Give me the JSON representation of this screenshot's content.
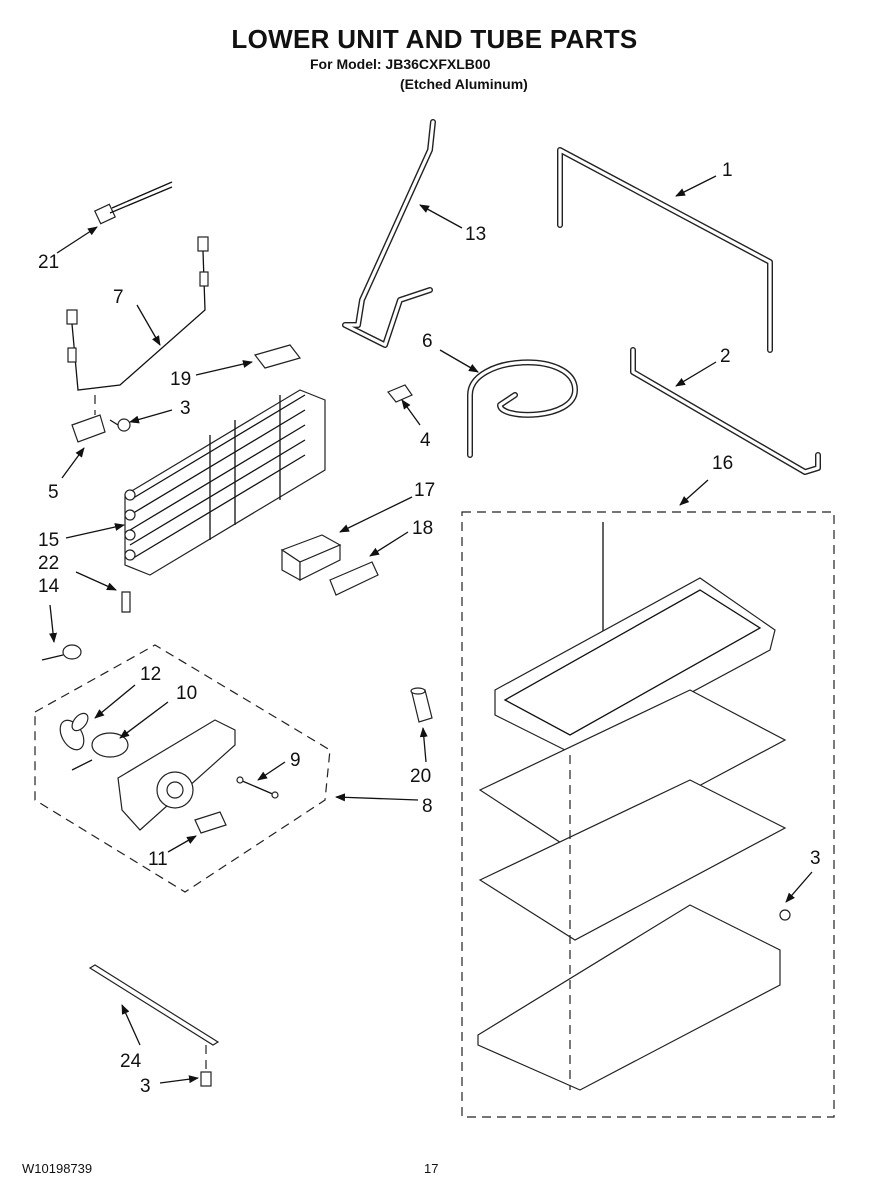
{
  "header": {
    "title": "LOWER UNIT AND TUBE PARTS",
    "model_line": "For Model: JB36CXFXLB00",
    "finish_line": "(Etched Aluminum)"
  },
  "callouts": {
    "c1": "1",
    "c2": "2",
    "c3a": "3",
    "c3b": "3",
    "c3c": "3",
    "c4": "4",
    "c5": "5",
    "c6": "6",
    "c7": "7",
    "c8": "8",
    "c9": "9",
    "c10": "10",
    "c11": "11",
    "c12": "12",
    "c13": "13",
    "c14": "14",
    "c15": "15",
    "c16": "16",
    "c17": "17",
    "c18": "18",
    "c19": "19",
    "c20": "20",
    "c21": "21",
    "c22": "22",
    "c24": "24"
  },
  "footer": {
    "doc_number": "W10198739",
    "page_number": "17"
  }
}
